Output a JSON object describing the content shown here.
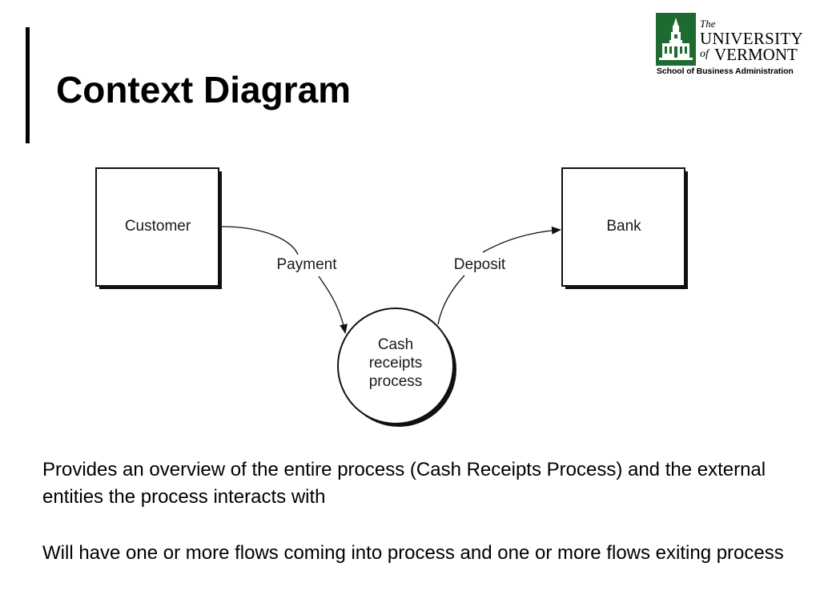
{
  "slide": {
    "title": "Context Diagram"
  },
  "logo": {
    "the": "The",
    "university": "UNIVERSITY",
    "of": "of",
    "vermont": "VERMONT",
    "school": "School of Business Administration",
    "brand_color": "#1e6b32"
  },
  "diagram": {
    "entities": [
      {
        "label": "Customer"
      },
      {
        "label": "Bank"
      }
    ],
    "process": {
      "lines": [
        "Cash",
        "receipts",
        "process"
      ]
    },
    "flows": [
      {
        "label": "Payment",
        "from": "Customer",
        "to": "Cash receipts process"
      },
      {
        "label": "Deposit",
        "from": "Cash receipts process",
        "to": "Bank"
      }
    ]
  },
  "body": {
    "paragraph_1": "Provides an overview of the entire process (Cash Receipts Process) and the external entities the process interacts with",
    "paragraph_2": "Will have one or more flows coming into process and one or more flows exiting process"
  }
}
